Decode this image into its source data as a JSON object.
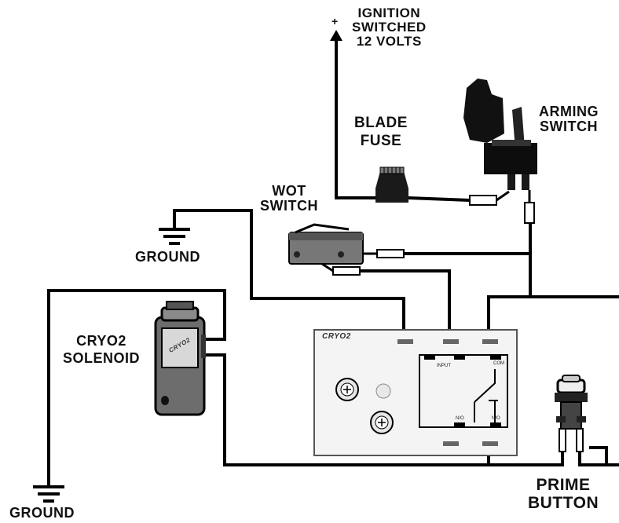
{
  "labels": {
    "ignition": {
      "plus": "+",
      "line1": "IGNITION",
      "line2": "SWITCHED",
      "line3": "12 VOLTS"
    },
    "blade_fuse": {
      "line1": "BLADE",
      "line2": "FUSE"
    },
    "arming_switch": {
      "line1": "ARMING",
      "line2": "SWITCH"
    },
    "wot_switch": {
      "line1": "WOT",
      "line2": "SWITCH"
    },
    "ground_top": "GROUND",
    "ground_bottom": "GROUND",
    "cryo2_solenoid": {
      "line1": "CRYO2",
      "line2": "SOLENOID"
    },
    "prime_button": {
      "line1": "PRIME",
      "line2": "BUTTON"
    }
  },
  "controller": {
    "logo": "CRYO2",
    "input_label": "INPUT",
    "com_label": "COM",
    "nc_label": "N/O",
    "no_label": "N/O"
  },
  "colors": {
    "wire": "#000000",
    "panel": "#f4f4f4",
    "panel_border": "#555555"
  }
}
